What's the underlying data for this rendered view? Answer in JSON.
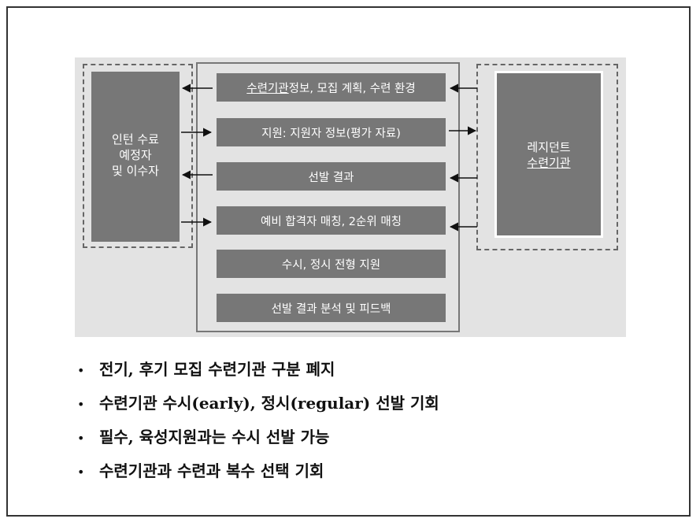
{
  "diagram": {
    "left_box": {
      "label": "인턴 수료\n예정자\n및 이수자"
    },
    "right_box": {
      "label_line1": "레지던트",
      "label_line2": "수련기관"
    },
    "steps": [
      {
        "label_underlined": "수련기관",
        "label_rest": " 정보, 모집 계획, 수련 환경"
      },
      {
        "label": "지원: 지원자 정보(평가 자료)"
      },
      {
        "label": "선발 결과"
      },
      {
        "label": "예비 합격자 매칭, 2순위 매칭"
      },
      {
        "label": "수시, 정시 전형 지원"
      },
      {
        "label": "선발 결과 분석 및 피드백"
      }
    ]
  },
  "bullets": [
    "전기, 후기 모집 수련기관 구분 폐지",
    "수련기관 수시(early), 정시(regular) 선발 기회",
    "필수, 육성지원과는 수시 선발 가능",
    "수련기관과 수련과 복수 선택 기회"
  ],
  "bullet_symbol": "•"
}
